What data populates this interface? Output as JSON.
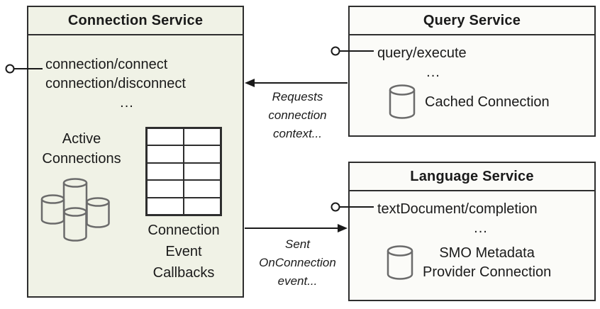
{
  "colors": {
    "background": "#ffffff",
    "box_border": "#2e2e2e",
    "connection_fill": "#f0f2e6",
    "service_fill": "#fbfbf8",
    "text": "#1a1a1a",
    "line": "#1a1a1a",
    "cylinder_stroke": "#6b6b6b",
    "table_border": "#2e2e2e"
  },
  "connection_service": {
    "title": "Connection Service",
    "methods": [
      "connection/connect",
      "connection/disconnect"
    ],
    "ellipsis": "...",
    "active_connections_lines": [
      "Active",
      "Connections"
    ],
    "callbacks_label_lines": [
      "Connection",
      "Event",
      "Callbacks"
    ],
    "callback_table": {
      "rows": 5,
      "cols": 2
    }
  },
  "query_service": {
    "title": "Query Service",
    "methods": [
      "query/execute"
    ],
    "ellipsis": "...",
    "store_label": "Cached Connection"
  },
  "language_service": {
    "title": "Language Service",
    "methods": [
      "textDocument/completion"
    ],
    "ellipsis": "...",
    "store_label_lines": [
      "SMO Metadata",
      "Provider Connection"
    ]
  },
  "annotations": {
    "requests_lines": [
      "Requests",
      "connection",
      "context..."
    ],
    "sent_lines": [
      "Sent",
      "OnConnection",
      "event..."
    ]
  }
}
